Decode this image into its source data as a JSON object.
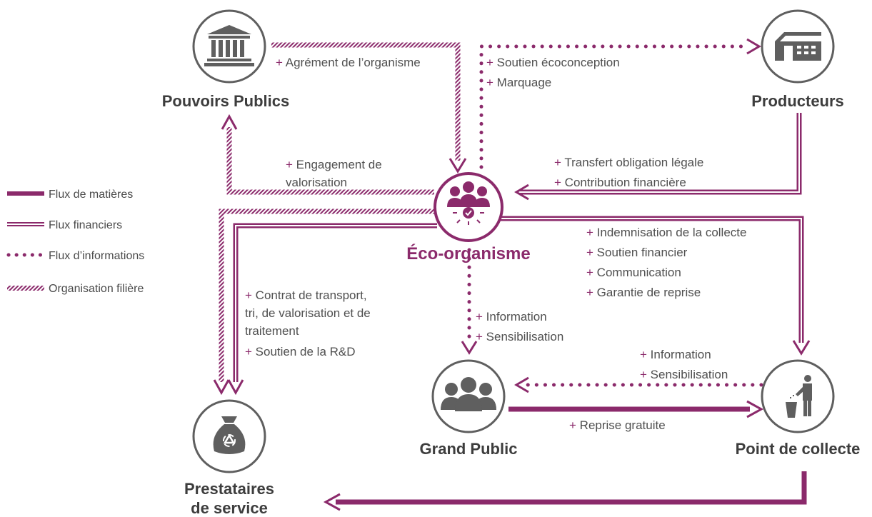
{
  "colors": {
    "accent": "#8b2a6b",
    "icon_gray": "#5f5f5f",
    "text": "#4f4f4f",
    "title": "#3d3d3d"
  },
  "nodes": {
    "pouvoirs_publics": "Pouvoirs Publics",
    "producteurs": "Producteurs",
    "eco_organisme": "Éco-organisme",
    "grand_public": "Grand Public",
    "point_collecte": "Point de collecte",
    "prestataires_line1": "Prestataires",
    "prestataires_line2": "de service"
  },
  "flows": {
    "agrement": "Agrément de l’organisme",
    "soutien_ecoconception": "Soutien écoconception",
    "marquage": "Marquage",
    "engagement_line1": "Engagement de",
    "engagement_line2": "valorisation",
    "transfert": "Transfert obligation légale",
    "contribution": "Contribution financière",
    "indemnisation": "Indemnisation de la collecte",
    "soutien_financier": "Soutien financier",
    "communication": "Communication",
    "garantie": "Garantie de reprise",
    "contrat_line1": "Contrat de transport,",
    "contrat_line2": "tri, de valorisation et de",
    "contrat_line3": "traitement",
    "soutien_rd": "Soutien de la R&D",
    "information_gp": "Information",
    "sensibilisation_gp": "Sensibilisation",
    "information_pc": "Information",
    "sensibilisation_pc": "Sensibilisation",
    "reprise": "Reprise gratuite",
    "plus": "+"
  },
  "legend": {
    "matieres": "Flux de matières",
    "financiers": "Flux financiers",
    "informations": "Flux d’informations",
    "organisation": "Organisation filière"
  }
}
